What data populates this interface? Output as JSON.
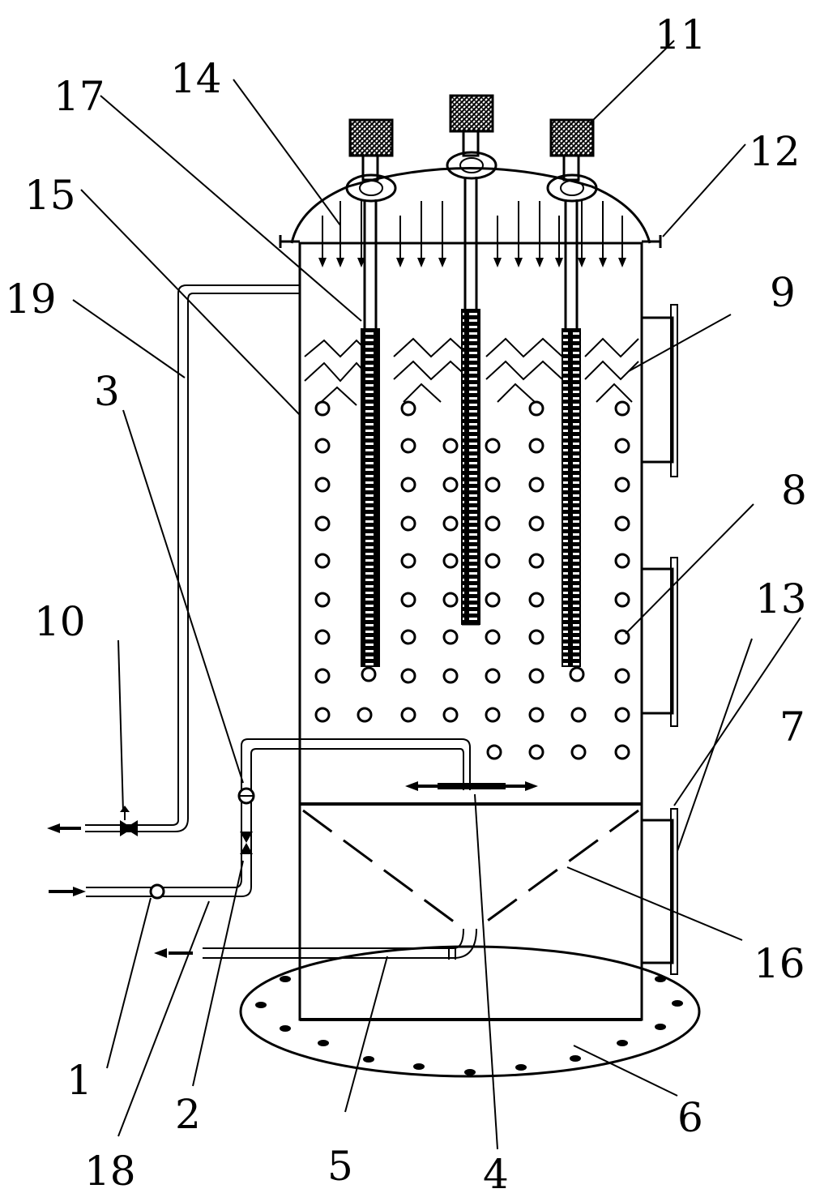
{
  "labels": {
    "l1": "1",
    "l2": "2",
    "l3": "3",
    "l4": "4",
    "l5": "5",
    "l6": "6",
    "l7": "7",
    "l8": "8",
    "l9": "9",
    "l10": "10",
    "l11": "11",
    "l12": "12",
    "l13": "13",
    "l14": "14",
    "l15": "15",
    "l16": "16",
    "l17": "17",
    "l18": "18",
    "l19": "19"
  },
  "colors": {
    "stroke": "#000000",
    "background": "#ffffff"
  }
}
